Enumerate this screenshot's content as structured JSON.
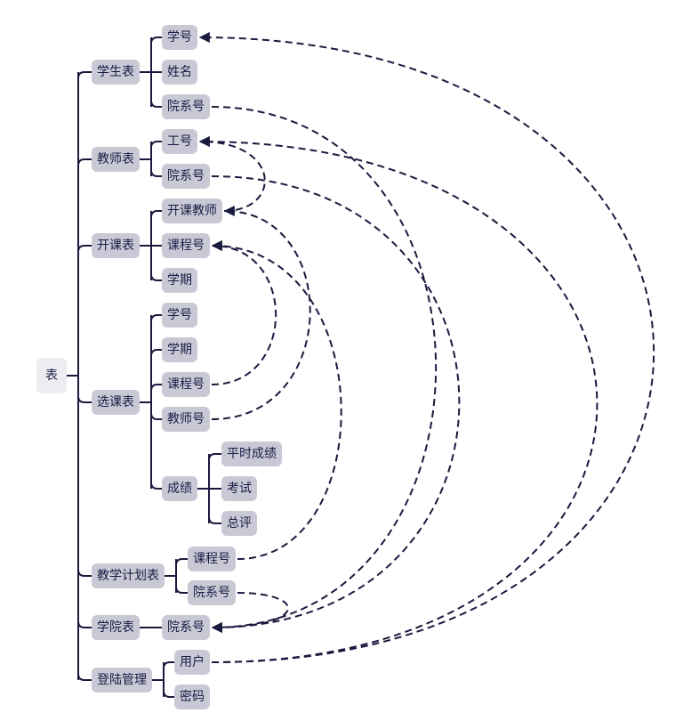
{
  "root": "表",
  "tables": {
    "student": {
      "name": "学生表",
      "fields": [
        "学号",
        "姓名",
        "院系号"
      ]
    },
    "teacher": {
      "name": "教师表",
      "fields": [
        "工号",
        "院系号"
      ]
    },
    "course": {
      "name": "开课表",
      "fields": [
        "开课教师",
        "课程号",
        "学期"
      ]
    },
    "select": {
      "name": "选课表",
      "fields": [
        "学号",
        "学期",
        "课程号",
        "教师号"
      ],
      "score": {
        "name": "成绩",
        "fields": [
          "平时成绩",
          "考试",
          "总评"
        ]
      }
    },
    "plan": {
      "name": "教学计划表",
      "fields": [
        "课程号",
        "院系号"
      ]
    },
    "college": {
      "name": "学院表",
      "fields": [
        "院系号"
      ]
    },
    "login": {
      "name": "登陆管理",
      "fields": [
        "用户",
        "密码"
      ]
    }
  },
  "colors": {
    "node_fill": "#c9c9d6",
    "root_fill": "#ececf1",
    "line": "#1a1a3e",
    "text": "#1a1a44"
  }
}
